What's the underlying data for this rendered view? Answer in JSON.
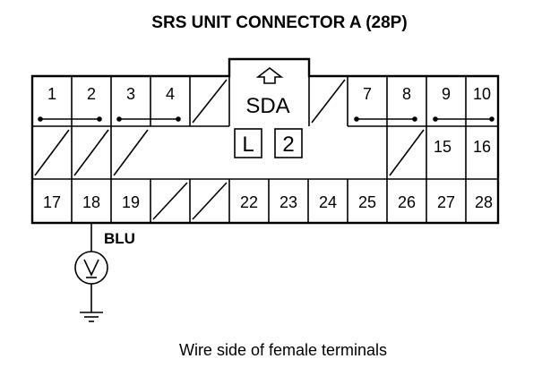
{
  "title": "SRS UNIT CONNECTOR A (28P)",
  "caption": "Wire side of female terminals",
  "sda_label": "SDA",
  "key_labels": [
    "L",
    "2"
  ],
  "wire_color": "BLU",
  "row1_pins": [
    "1",
    "2",
    "3",
    "4",
    "",
    "7",
    "8",
    "9",
    "10"
  ],
  "row2_pins": [
    "15",
    "16"
  ],
  "row3_pins": [
    "17",
    "18",
    "19",
    "",
    "",
    "22",
    "23",
    "24",
    "25",
    "26",
    "27",
    "28"
  ],
  "icons": [
    "up-arrow-icon",
    "voltmeter-icon",
    "ground-icon"
  ]
}
